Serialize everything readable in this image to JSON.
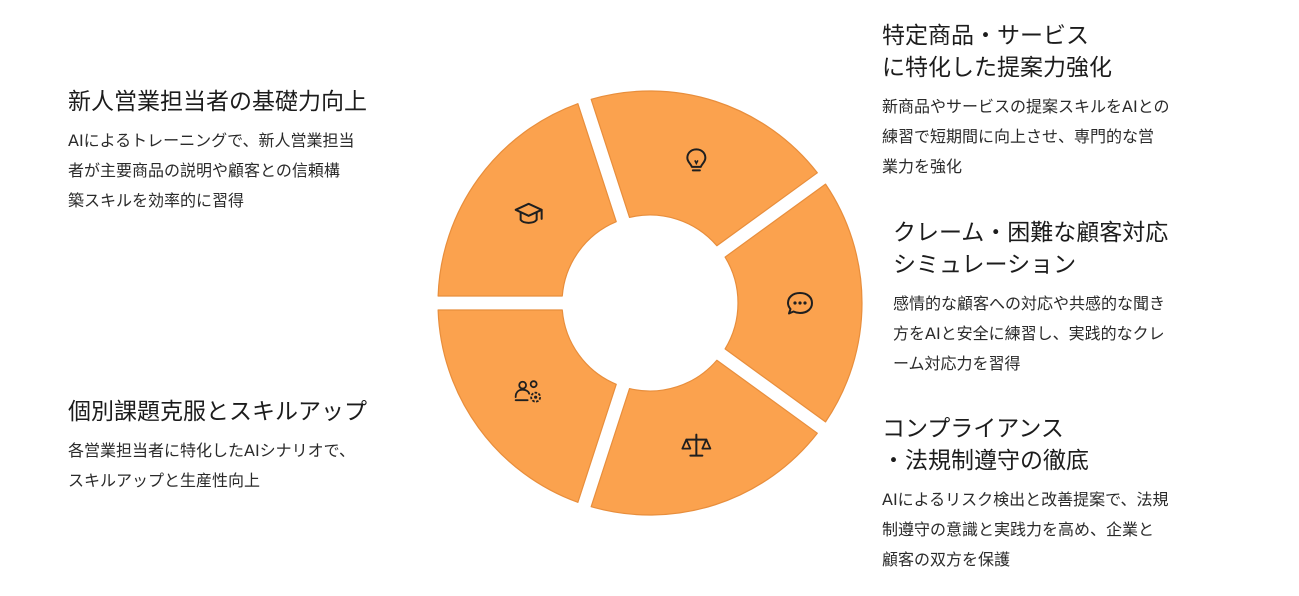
{
  "colors": {
    "segment_fill": "#FBA24E",
    "segment_stroke": "#E88E3C",
    "icon": "#1f1f1f"
  },
  "segments": [
    {
      "icon": "graduation-cap-icon"
    },
    {
      "icon": "lightbulb-icon"
    },
    {
      "icon": "speech-bubble-icon"
    },
    {
      "icon": "scales-icon"
    },
    {
      "icon": "team-settings-icon"
    }
  ],
  "items": {
    "basic_training": {
      "title": "新人営業担当者の基礎力向上",
      "desc": [
        "AIによるトレーニングで、新人営業担当",
        "者が主要商品の説明や顧客との信頼構",
        "築スキルを効率的に習得"
      ]
    },
    "product_proposal": {
      "title": [
        "特定商品・サービス",
        "に特化した提案力強化"
      ],
      "desc": [
        "新商品やサービスの提案スキルをAIとの",
        "練習で短期間に向上させ、専門的な営",
        "業力を強化"
      ]
    },
    "claim_handling": {
      "title": [
        "クレーム・困難な顧客対応",
        "シミュレーション"
      ],
      "desc": [
        "感情的な顧客への対応や共感的な聞き",
        "方をAIと安全に練習し、実践的なクレ",
        "ーム対応力を習得"
      ]
    },
    "compliance": {
      "title": [
        "コンプライアンス",
        "・法規制遵守の徹底"
      ],
      "desc": [
        "AIによるリスク検出と改善提案で、法規",
        "制遵守の意識と実践力を高め、企業と",
        "顧客の双方を保護"
      ]
    },
    "individual_skillup": {
      "title": "個別課題克服とスキルアップ",
      "desc": [
        "各営業担当者に特化したAIシナリオで、",
        "スキルアップと生産性向上"
      ]
    }
  }
}
